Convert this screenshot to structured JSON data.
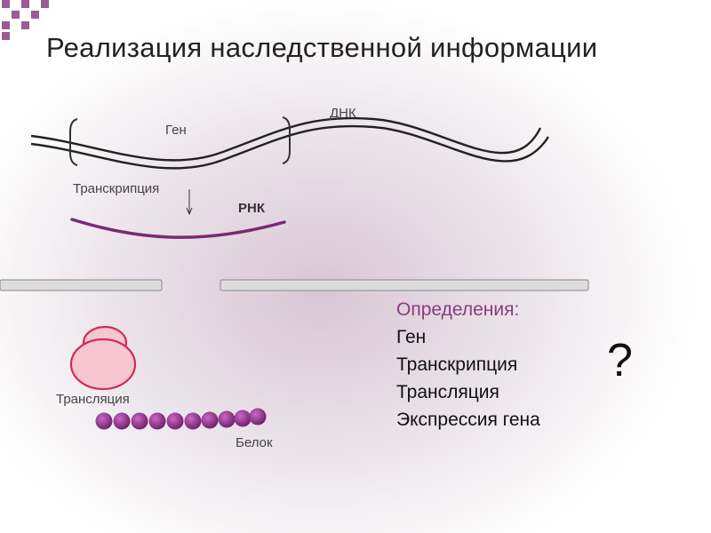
{
  "title": "Реализация наследственной информации",
  "labels": {
    "gene": "Ген",
    "dna": "ДНК",
    "transcription": "Транскрипция",
    "rna": "РНК",
    "translation": "Трансляция",
    "protein": "Белок"
  },
  "definitions": {
    "heading": "Определения:",
    "items": [
      "Ген",
      "Транскрипция",
      "Трансляция",
      "Экспрессия гена"
    ]
  },
  "question_mark": "?",
  "colors": {
    "rna": "#7a2a74",
    "protein_bead": "#8a2c86",
    "ribosome_fill": "#f7c6cf",
    "ribosome_stroke": "#d02a5a",
    "definitions_heading": "#8a3c7e",
    "corner_squares": "#9b5b95"
  }
}
